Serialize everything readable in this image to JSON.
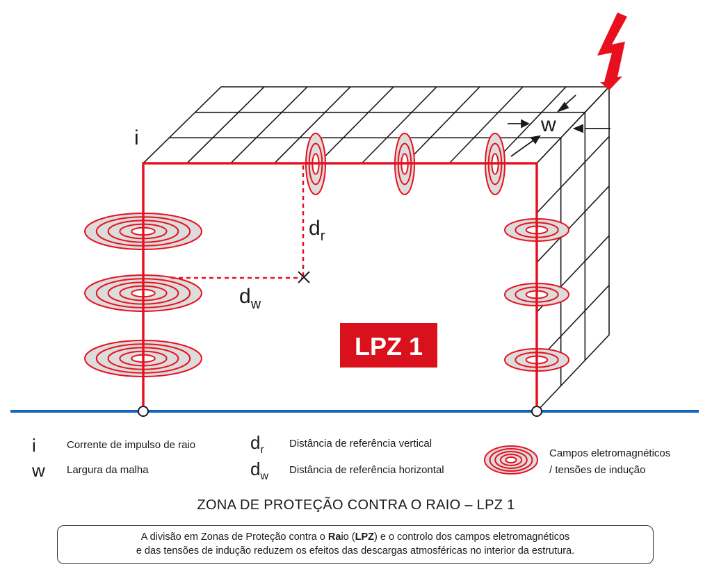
{
  "diagram": {
    "zone_label": "LPZ 1",
    "labels": {
      "current": "i",
      "mesh_width": "w",
      "dr_main": "d",
      "dr_sub": "r",
      "dw_main": "d",
      "dw_sub": "w"
    },
    "colors": {
      "conductor": "#e8101e",
      "ground": "#1565c0",
      "field_fill": "#dcdcdc",
      "mesh": "#1a1a1a",
      "zone_bg": "#d8111c"
    }
  },
  "legend": {
    "items": [
      {
        "symbol": "i",
        "subscript": "",
        "text": "Corrente de impulso de raio"
      },
      {
        "symbol": "w",
        "subscript": "",
        "text": "Largura da malha"
      },
      {
        "symbol": "d",
        "subscript": "r",
        "text": "Distância de referência vertical"
      },
      {
        "symbol": "d",
        "subscript": "w",
        "text": "Distância de referência horizontal"
      }
    ],
    "field_line1": "Campos eletromagnéticos",
    "field_line2": "/ tensões de indução"
  },
  "title": "ZONA DE PROTEÇÃO CONTRA O RAIO – LPZ 1",
  "caption": {
    "line1_a": "A divisão em Zonas de Proteção contra o ",
    "line1_bold1": "Ra",
    "line1_b": "io (",
    "line1_bold2": "LPZ",
    "line1_c": ") e o controlo dos campos eletromagnéticos",
    "line2": "e das tensões de indução reduzem os efeitos das descargas atmosféricas no interior da estrutura."
  }
}
